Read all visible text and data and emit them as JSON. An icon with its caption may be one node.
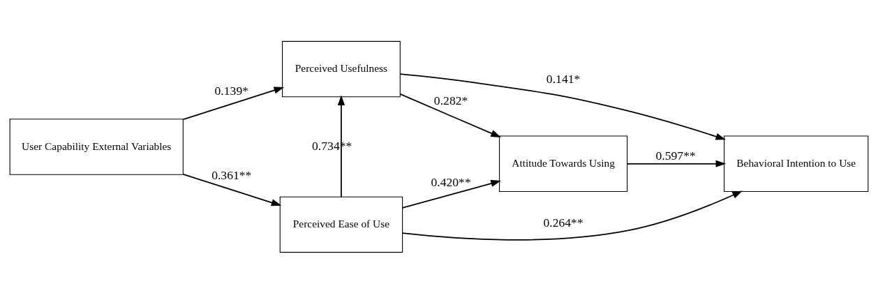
{
  "diagram": {
    "nodes": [
      {
        "text": [
          "User Capability External Variables"
        ]
      },
      {
        "text": [
          "Perceived Usefulness"
        ]
      },
      {
        "text": [
          "Perceived Ease of Use"
        ]
      },
      {
        "text": [
          "Attitude Towards Using"
        ]
      },
      {
        "text": [
          "Behavioral Intention to Use"
        ]
      }
    ],
    "edges": [
      {
        "from": 0,
        "to": 1,
        "arrow": "to",
        "label": "0.139*"
      },
      {
        "from": 0,
        "to": 2,
        "arrow": "to",
        "label": "0.361**"
      },
      {
        "from": 2,
        "to": 1,
        "arrow": "to",
        "label": "0.734**"
      },
      {
        "from": 1,
        "to": 3,
        "arrow": "to",
        "label": "0.282*"
      },
      {
        "from": 1,
        "to": 4,
        "arrow": "to",
        "label": "0.141*"
      },
      {
        "from": 3,
        "to": 4,
        "arrow": "to",
        "label": "0.597**"
      },
      {
        "from": 2,
        "to": 3,
        "arrow": "to",
        "label": "0.420**"
      },
      {
        "from": 2,
        "to": 4,
        "arrow": "to",
        "label": "0.264**"
      }
    ]
  }
}
